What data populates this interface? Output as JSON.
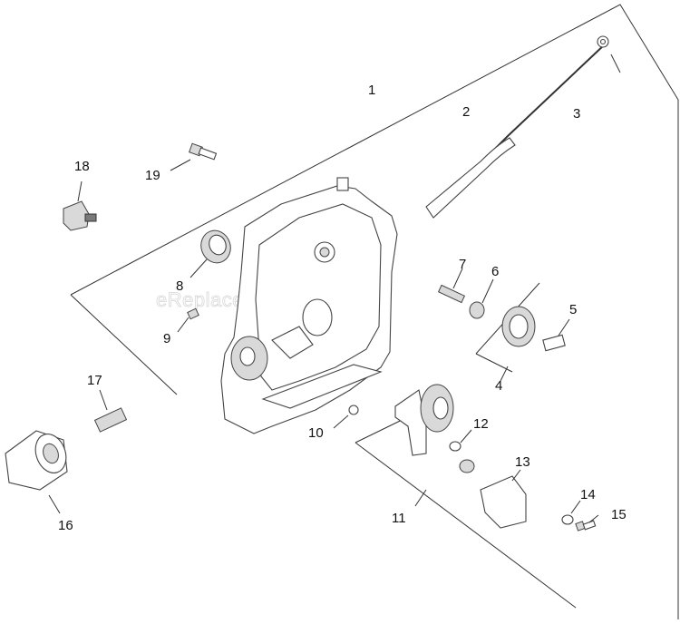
{
  "watermark": "eReplacementParts.com",
  "callouts": {
    "c1": "1",
    "c2": "2",
    "c3": "3",
    "c4": "4",
    "c5": "5",
    "c6": "6",
    "c7": "7",
    "c8": "8",
    "c9": "9",
    "c10": "10",
    "c11": "11",
    "c12": "12",
    "c13": "13",
    "c14": "14",
    "c15": "15",
    "c16": "16",
    "c17": "17",
    "c18": "18",
    "c19": "19"
  }
}
